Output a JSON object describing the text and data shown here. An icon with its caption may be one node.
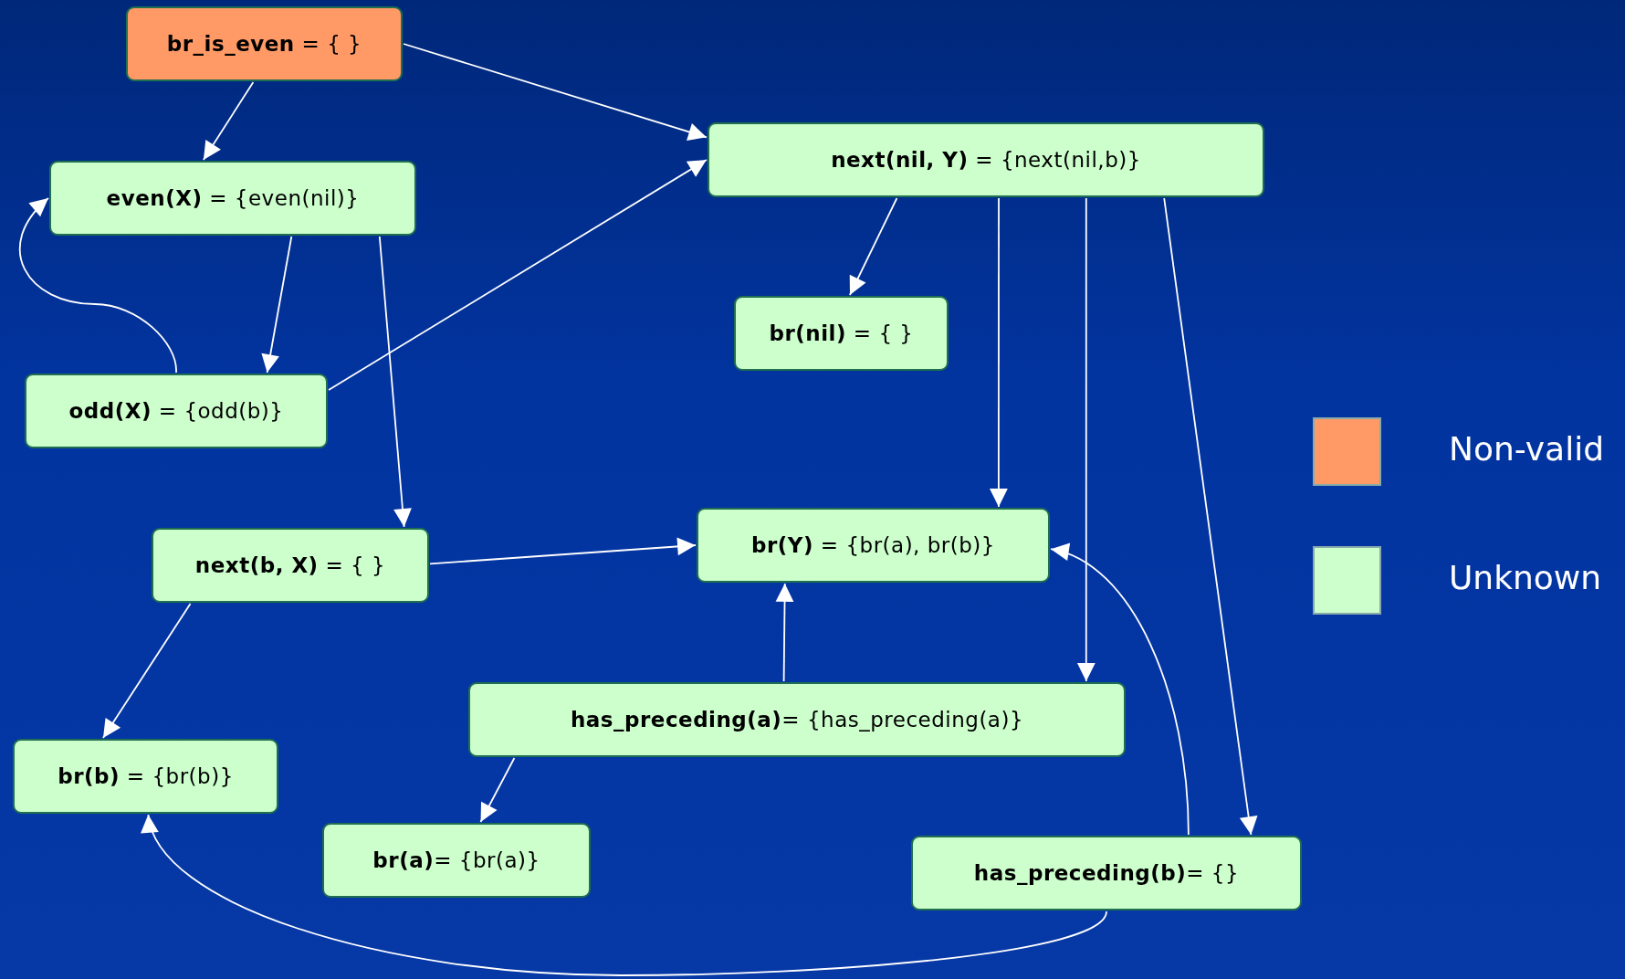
{
  "diagram": {
    "nodes": [
      {
        "text": [
          "**br_is_even** = { }"
        ]
      },
      {
        "text": [
          "**even(X)** = {even(nil)}"
        ]
      },
      {
        "text": [
          "**next(nil, Y)** = {next(nil,b)}"
        ]
      },
      {
        "text": [
          "**br(nil)** = { }"
        ]
      },
      {
        "text": [
          "**odd(X)** = {odd(b)}"
        ]
      },
      {
        "text": [
          "**next(b, X)** = { }"
        ]
      },
      {
        "text": [
          "**br(Y)** = {br(a), br(b)}"
        ]
      },
      {
        "text": [
          "**has_preceding(a)**= {has_preceding(a)}"
        ]
      },
      {
        "text": [
          "**br(b)** = {br(b)}"
        ]
      },
      {
        "text": [
          "**br(a)**= {br(a)}"
        ]
      },
      {
        "text": [
          "**has_preceding(b)**= {}"
        ]
      }
    ],
    "edges": [
      {
        "from": 0,
        "to": 1,
        "arrow": "to"
      },
      {
        "from": 0,
        "to": 2,
        "arrow": "to"
      },
      {
        "from": 1,
        "to": 4,
        "arrow": "to"
      },
      {
        "from": 1,
        "to": 5,
        "arrow": "to"
      },
      {
        "from": 4,
        "to": 2,
        "arrow": "to"
      },
      {
        "from": 4,
        "to": 1,
        "arrow": "to"
      },
      {
        "from": 2,
        "to": 3,
        "arrow": "to"
      },
      {
        "from": 2,
        "to": 6,
        "arrow": "to"
      },
      {
        "from": 2,
        "to": 7,
        "arrow": "to"
      },
      {
        "from": 2,
        "to": 10,
        "arrow": "to"
      },
      {
        "from": 5,
        "to": 6,
        "arrow": "to"
      },
      {
        "from": 5,
        "to": 8,
        "arrow": "to"
      },
      {
        "from": 7,
        "to": 6,
        "arrow": "to"
      },
      {
        "from": 7,
        "to": 9,
        "arrow": "to"
      },
      {
        "from": 10,
        "to": 6,
        "arrow": "to"
      },
      {
        "from": 10,
        "to": 8,
        "arrow": "to"
      }
    ],
    "legend": [
      {
        "text": "Non-valid",
        "color": "#ff9966"
      },
      {
        "text": "Unknown",
        "color": "#ccffcc"
      }
    ]
  }
}
